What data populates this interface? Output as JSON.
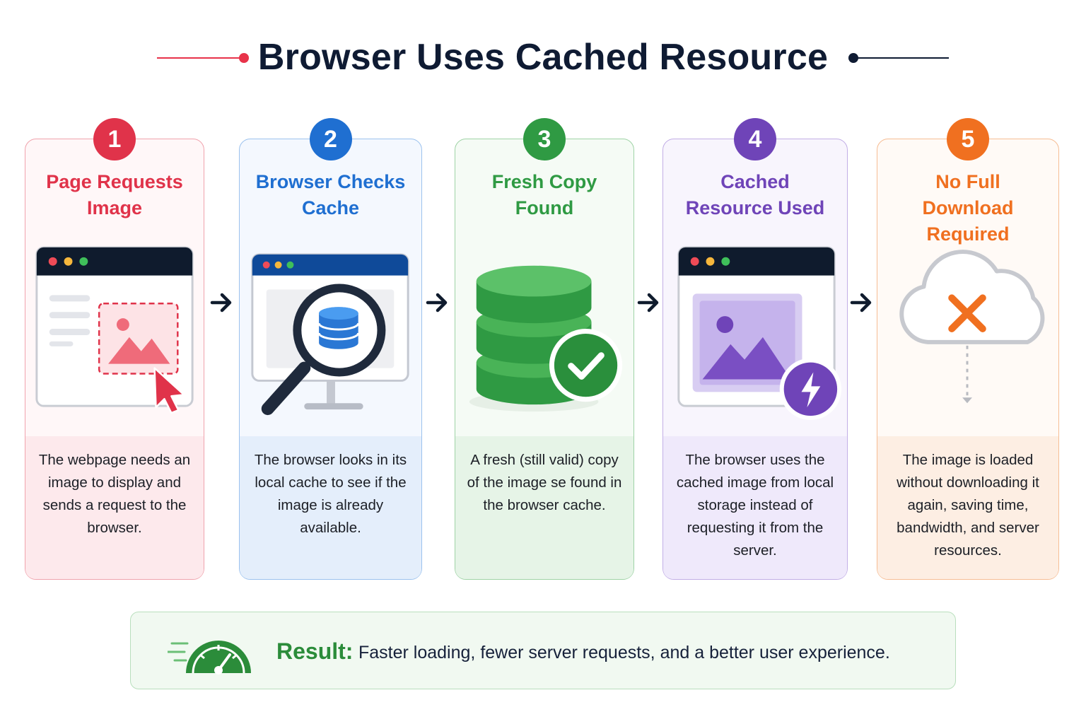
{
  "title": "Browser Uses Cached Resource",
  "colors": {
    "title": "#0f1b33",
    "deco_left": "#e8334a",
    "deco_right": "#0f1b33",
    "result_green": "#2b8c3a"
  },
  "steps": [
    {
      "number": "1",
      "title": "Page Requests Image",
      "description": "The webpage needs an image to display and sends a request to the browser.",
      "color": "#e0334a",
      "icon": "browser-image-click-icon"
    },
    {
      "number": "2",
      "title": "Browser Checks Cache",
      "description": "The browser looks in its local cache to see if the image is already available.",
      "color": "#1f6fd1",
      "icon": "magnifier-database-icon"
    },
    {
      "number": "3",
      "title": "Fresh Copy Found",
      "description": "A fresh (still valid) copy of the image se found in the browser cache.",
      "color": "#2f9a43",
      "icon": "database-check-icon"
    },
    {
      "number": "4",
      "title": "Cached Resource Used",
      "description": "The browser uses the cached image from local storage instead of requesting it from the server.",
      "color": "#6f44b8",
      "icon": "browser-image-lightning-icon"
    },
    {
      "number": "5",
      "title": "No Full Download Required",
      "description": "The image is loaded without downloading it again, saving time, bandwidth, and server resources.",
      "color": "#f07020",
      "icon": "cloud-x-icon"
    }
  ],
  "result": {
    "label": "Result:",
    "text": "Faster loading, fewer server requests, and a better user experience.",
    "icon": "speedometer-icon"
  }
}
